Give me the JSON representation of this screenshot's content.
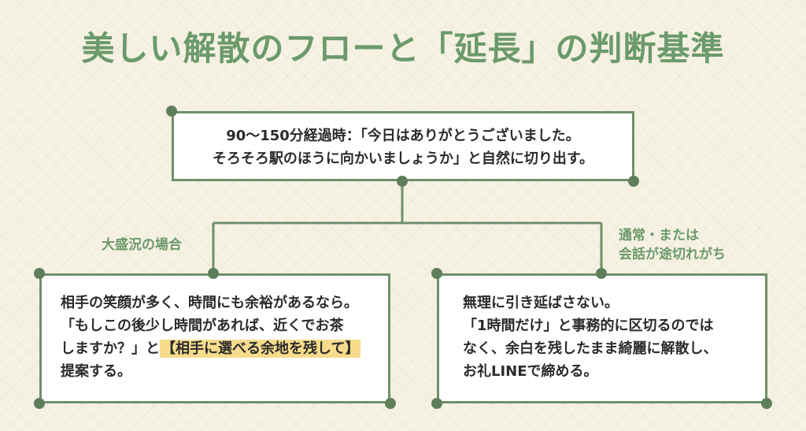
{
  "title": "美しい解散のフローと「延長」の判断基準",
  "top_box": {
    "line1": "90〜150分経過時：「今日はありがとうございました。",
    "line2": "そろそろ駅のほうに向かいましょうか」と自然に切り出す。"
  },
  "left_branch": {
    "label": "大盛況の場合",
    "line1": "相手の笑顔が多く、時間にも余裕があるなら。",
    "line2": "「もしこの後少し時間があれば、近くでお茶",
    "line3_prefix": "しますか？」と",
    "line3_highlight": "【相手に選べる余地を残して】",
    "line4": "提案する。"
  },
  "right_branch": {
    "label_line1": "通常・または",
    "label_line2": "会話が途切れがち",
    "line1": "無理に引き延ばさない。",
    "line2": "「1時間だけ」と事務的に区切るのでは",
    "line3": "なく、余白を残したまま綺麗に解散し、",
    "line4": "お礼LINEで締める。"
  },
  "colors": {
    "title": "#6b9a6b",
    "border": "#6f8f6b",
    "connector": "#6f8f6b",
    "highlight": "#f7dc8c",
    "background": "#f6f2e3"
  }
}
